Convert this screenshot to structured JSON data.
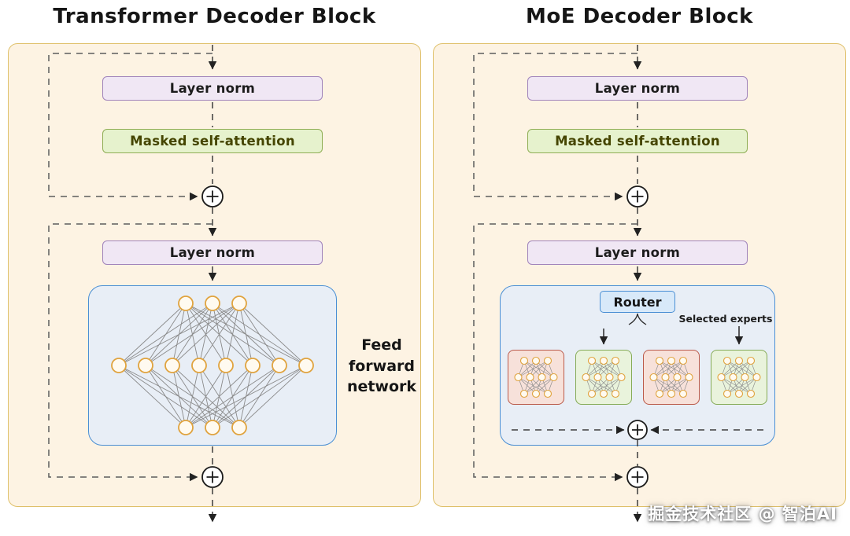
{
  "panels": {
    "left": {
      "title": "Transformer Decoder Block",
      "layer_norm_top": "Layer norm",
      "masked_attention": "Masked self-attention",
      "layer_norm_bottom": "Layer norm",
      "ffn_caption": "Feed forward network"
    },
    "right": {
      "title": "MoE Decoder Block",
      "layer_norm_top": "Layer norm",
      "masked_attention": "Masked self-attention",
      "layer_norm_bottom": "Layer norm",
      "router_label": "Router",
      "selected_experts_label": "Selected experts"
    }
  },
  "watermark": "掘金技术社区 @ 智泊AI",
  "colors": {
    "panel_bg": "#fdf3e3",
    "panel_border": "#dfc06a",
    "layer_norm_bg": "#f0e7f4",
    "layer_norm_border": "#a184bb",
    "attention_bg": "#e6f2cd",
    "attention_border": "#8fae55",
    "attention_text": "#454500",
    "ffn_bg": "#e8eef6",
    "ffn_border": "#4a8fd4",
    "router_bg": "#d8e9f9",
    "expert_red_bg": "#f7e1da",
    "expert_red_border": "#bb5a4a",
    "expert_green_bg": "#e9f3dc",
    "expert_green_border": "#85ab57",
    "node_fill": "#fffaf0",
    "node_border": "#e0a33e",
    "net_line": "#8b8b8b"
  }
}
